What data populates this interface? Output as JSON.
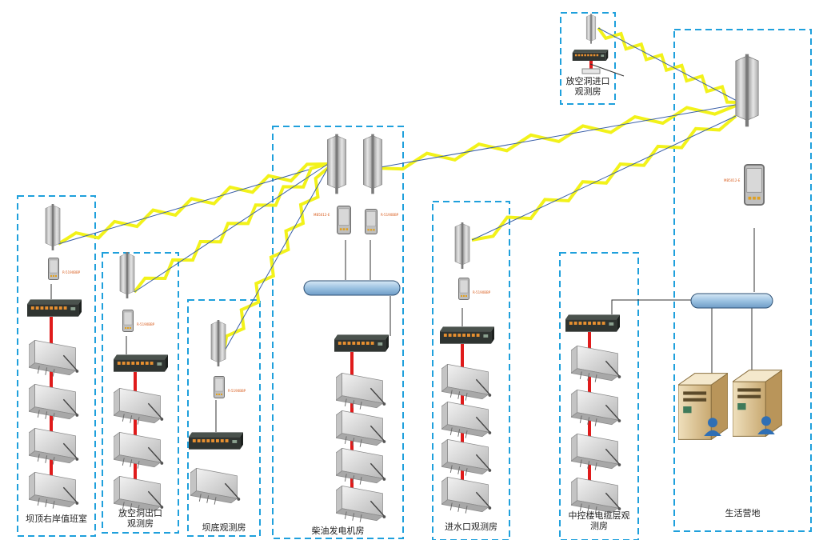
{
  "colors": {
    "frame": "#1fa0dc",
    "link_zigzag": "#f2f21a",
    "link_line": "#3a5fa8",
    "fiber": "#e01b1b",
    "bus_fill": "#9cc2e2",
    "switch_body": "#2f3431",
    "switch_ports": "#e89030"
  },
  "stations": [
    {
      "id": "s1",
      "label_lines": [
        "坝顶右岸值班室"
      ]
    },
    {
      "id": "s2",
      "label_lines": [
        "放空洞出口",
        "观测房"
      ]
    },
    {
      "id": "s3",
      "label_lines": [
        "坝底观测房"
      ]
    },
    {
      "id": "s4",
      "label_lines": [
        "柴油发电机房"
      ]
    },
    {
      "id": "s5",
      "label_lines": [
        "进水口观测房"
      ]
    },
    {
      "id": "s6",
      "label_lines": [
        "中控楼电缆层观",
        "测房"
      ]
    },
    {
      "id": "s7",
      "label_lines": [
        "放空洞进口",
        "观测房"
      ]
    },
    {
      "id": "s8",
      "label_lines": [
        "生活营地"
      ]
    }
  ],
  "device_labels": {
    "client_radio": "R-5190BBP",
    "base_radio": "MB5012-E",
    "s4_left_radio": "MB5012-E"
  },
  "icons": {
    "antenna": "sector-antenna-icon",
    "radio": "outdoor-radio-icon",
    "switch": "network-switch-icon",
    "logger": "data-logger-icon",
    "bus": "network-bus-icon",
    "server": "server-icon",
    "user": "user-icon"
  }
}
